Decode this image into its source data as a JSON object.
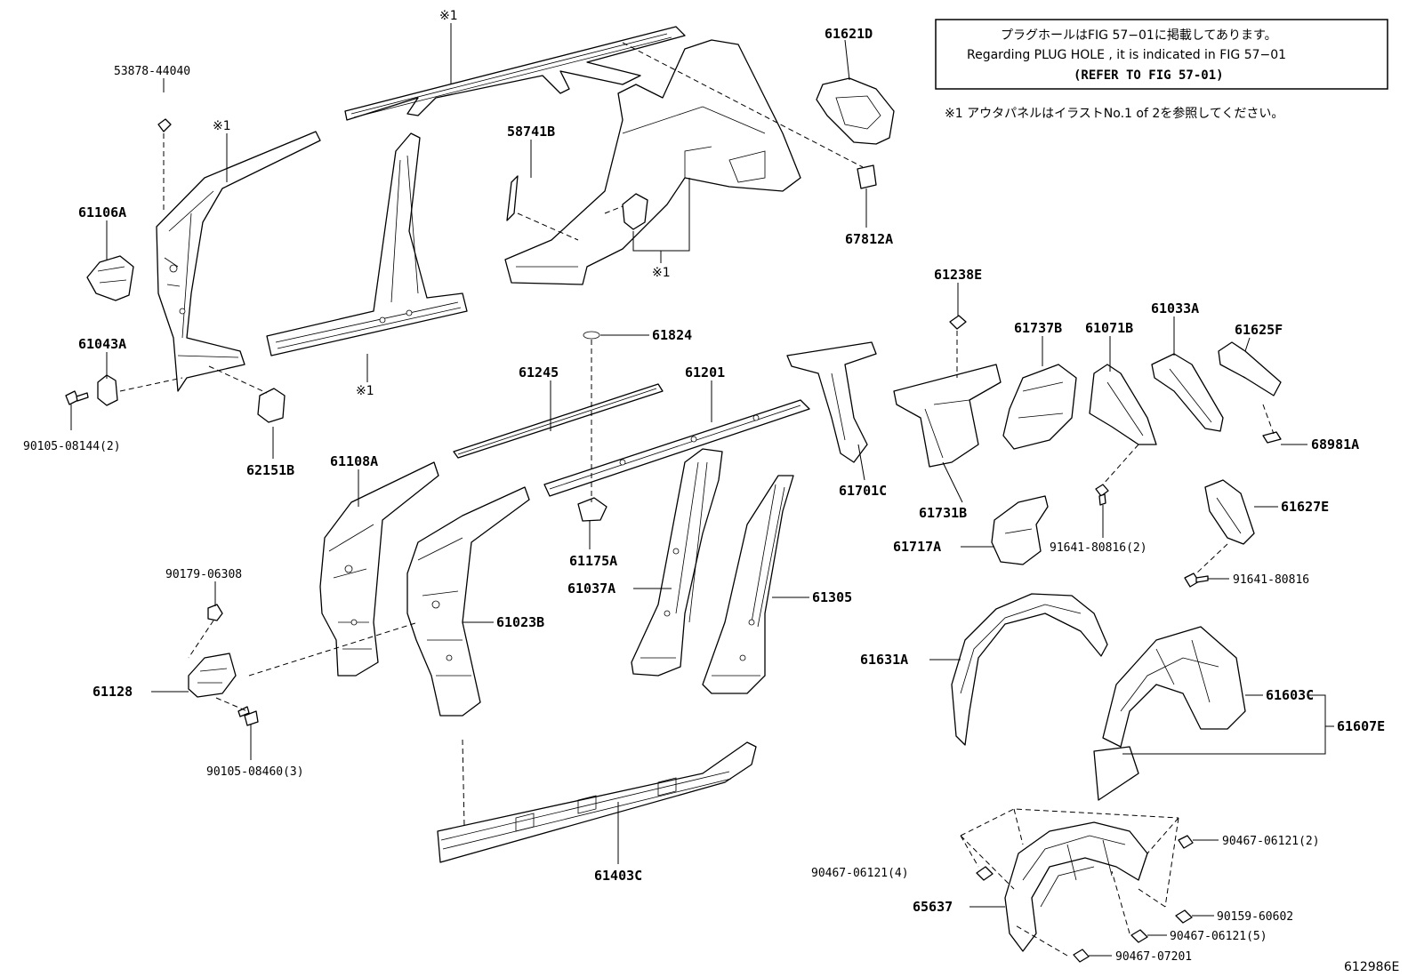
{
  "note": {
    "line1": "プラグホールはFIG 57−01に掲載してあります。",
    "line2": "Regarding  PLUG  HOLE , it is indicated in  FIG  57−01",
    "line3": "(REFER TO FIG 57-01)"
  },
  "footnote": "※1 アウタパネルはイラストNo.1 of 2を参照してください。",
  "figure_id": "612986E",
  "ref_mark": "※1",
  "labels": {
    "p53878": "53878-44040",
    "p61106A": "61106A",
    "p61043A": "61043A",
    "p90105_08144": "90105-08144(2)",
    "p62151B": "62151B",
    "p58741B": "58741B",
    "p61621D": "61621D",
    "p67812A": "67812A",
    "p61824": "61824",
    "p61245": "61245",
    "p61201": "61201",
    "p61108A": "61108A",
    "p90179": "90179-06308",
    "p61128": "61128",
    "p90105_08460": "90105-08460(3)",
    "p61023B": "61023B",
    "p61175A": "61175A",
    "p61037A": "61037A",
    "p61305": "61305",
    "p61403C": "61403C",
    "p61701C": "61701C",
    "p61731B": "61731B",
    "p61238E": "61238E",
    "p61737B": "61737B",
    "p61071B": "61071B",
    "p61033A": "61033A",
    "p61625F": "61625F",
    "p68981A": "68981A",
    "p61717A": "61717A",
    "p91641_2": "91641-80816(2)",
    "p61627E": "61627E",
    "p91641": "91641-80816",
    "p61631A": "61631A",
    "p61603C": "61603C",
    "p61607E": "61607E",
    "p90467_2": "90467-06121(2)",
    "p90467_4": "90467-06121(4)",
    "p65637": "65637",
    "p90159": "90159-60602",
    "p90467_5": "90467-06121(5)",
    "p90467_07201": "90467-07201"
  }
}
